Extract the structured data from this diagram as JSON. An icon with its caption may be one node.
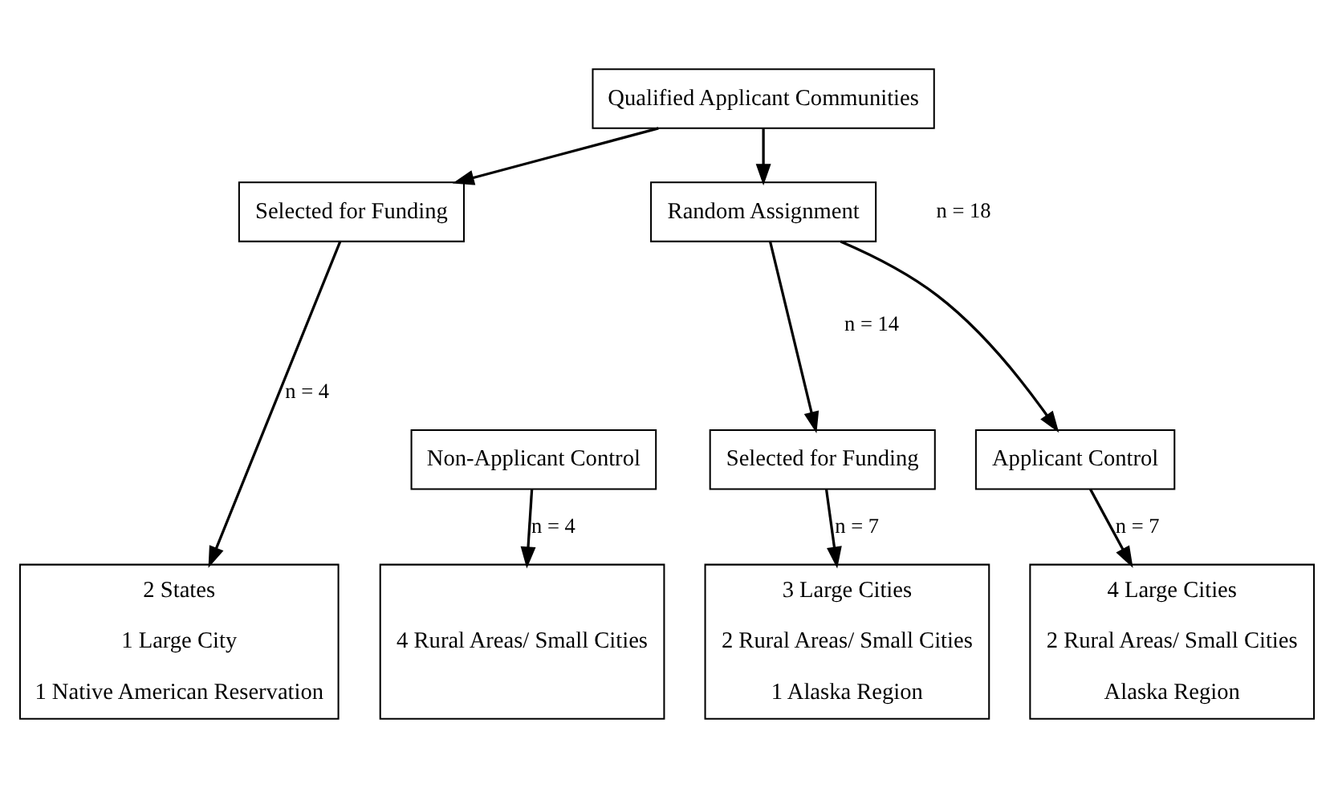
{
  "diagram": {
    "nodes": [
      {
        "text": [
          "Qualified Applicant Communities"
        ]
      },
      {
        "text": [
          "Selected for Funding"
        ]
      },
      {
        "text": [
          "Random Assignment"
        ]
      },
      {
        "text": [
          "Applicant Control"
        ]
      },
      {
        "text": [
          "Selected for Funding"
        ]
      },
      {
        "text": [
          "Non-Applicant Control"
        ]
      },
      {
        "text": [
          "2 States",
          "1 Large City",
          "1 Native American Reservation"
        ]
      },
      {
        "text": [
          "4 Large Cities",
          "2 Rural Areas/ Small Cities",
          "Alaska Region"
        ]
      },
      {
        "text": [
          "3 Large Cities",
          "2 Rural Areas/ Small Cities",
          "1 Alaska Region"
        ]
      },
      {
        "text": [
          "4 Rural Areas/ Small Cities"
        ]
      }
    ],
    "edges": [
      {
        "from": 0,
        "to": 1,
        "arrow": "to"
      },
      {
        "from": 0,
        "to": 2,
        "arrow": "to"
      },
      {
        "from": 1,
        "to": 6,
        "arrow": "to",
        "label": "n = 4"
      },
      {
        "from": 2,
        "to": 3,
        "arrow": "to"
      },
      {
        "from": 2,
        "to": 4,
        "arrow": "to"
      },
      {
        "from": 3,
        "to": 7,
        "arrow": "to",
        "label": "n = 7"
      },
      {
        "from": 4,
        "to": 8,
        "arrow": "to",
        "label": "n = 7"
      },
      {
        "from": 5,
        "to": 9,
        "arrow": "to",
        "label": "n = 4"
      }
    ],
    "labels": [
      "n = 18",
      "n = 14"
    ]
  }
}
